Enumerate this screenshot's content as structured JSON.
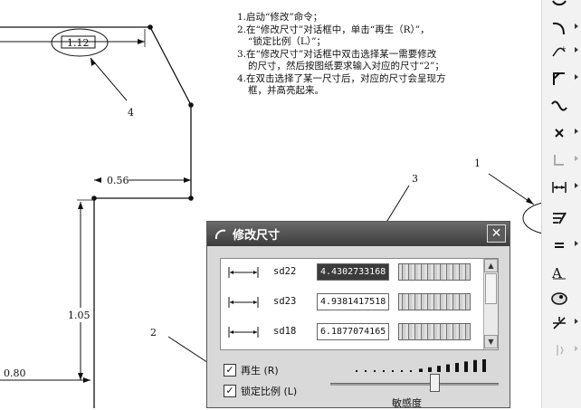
{
  "sketch": {
    "dim_top": "1.12",
    "dim_mid": "0.56",
    "dim_vertical": "1.05",
    "dim_bottom": "0.80",
    "callouts": [
      "1",
      "2",
      "3",
      "4"
    ]
  },
  "instructions": [
    {
      "text": "1.启动“修改”命令；",
      "cont": ""
    },
    {
      "text": "2.在“修改尺寸”对话框中，单击“再生（R）”，",
      "cont": "“锁定比例（L）”；"
    },
    {
      "text": "3.在“修改尺寸”对话框中双击选择某一需要修改",
      "cont": "的尺寸，然后按图纸要求输入对应的尺寸“2”；"
    },
    {
      "text": "4.在双击选择了某一尺寸后，对应的尺寸会呈现方",
      "cont": "框，并高亮起来。"
    }
  ],
  "toolbar": {
    "items": [
      "arc-icon",
      "arc-tangent-icon",
      "fillet-icon",
      "chamfer-icon",
      "spline-icon",
      "point-icon",
      "coordinate-system-icon",
      "dimension-icon",
      "modify-icon",
      "constraint-icon",
      "text-icon",
      "palette-icon",
      "trim-icon",
      "mirror-icon"
    ]
  },
  "dialog": {
    "title": "修改尺寸",
    "close": "✕",
    "rows": [
      {
        "name": "sd22",
        "value": "4.4302733168"
      },
      {
        "name": "sd23",
        "value": "4.9381417518"
      },
      {
        "name": "sd18",
        "value": "6.1877074165"
      }
    ],
    "regenerate_label": "再生 (R)",
    "lock_scale_label": "锁定比例 (L)",
    "sensitivity_label": "敏感度",
    "regenerate_checked": true,
    "lock_scale_checked": true,
    "sensitivity_level": 0.62
  },
  "colors": {
    "title_bar": "#4a4a4a",
    "dialog_bg": "#d9d9d9",
    "selection": "#3b3b3b"
  }
}
